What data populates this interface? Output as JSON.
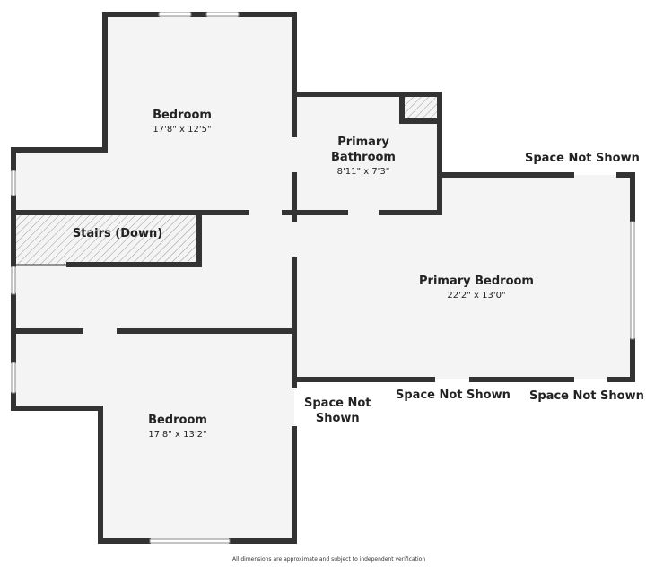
{
  "rooms": {
    "bedroom_top": {
      "name": "Bedroom",
      "dims": "17'8\" x 12'5\""
    },
    "primary_bathroom": {
      "name": "Primary Bathroom",
      "name_line1": "Primary",
      "name_line2": "Bathroom",
      "dims": "8'11\" x 7'3\""
    },
    "stairs": {
      "name": "Stairs (Down)"
    },
    "primary_bedroom": {
      "name": "Primary Bedroom",
      "dims": "22'2\" x 13'0\""
    },
    "bedroom_bottom": {
      "name": "Bedroom",
      "dims": "17'8\" x 13'2\""
    }
  },
  "space_not_shown": {
    "top_right": "Space Not Shown",
    "bottom_middle": "Space Not Shown",
    "bottom_right": "Space Not Shown",
    "left_line1": "Space Not",
    "left_line2": "Shown"
  },
  "footer": "All dimensions are approximate and subject to independent verification",
  "colors": {
    "wall": "#333333",
    "floor": "#f4f4f4"
  }
}
